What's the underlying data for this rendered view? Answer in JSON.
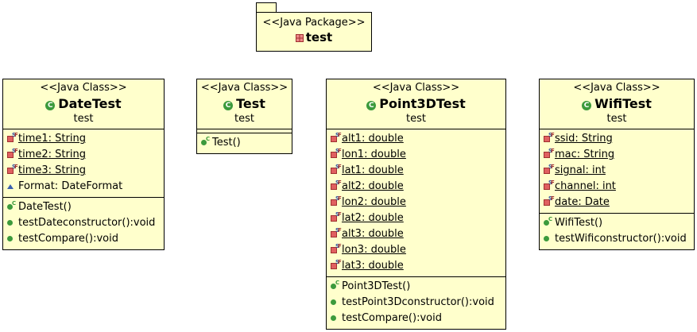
{
  "package": {
    "stereotype": "<<Java Package>>",
    "name": "test"
  },
  "classes": [
    {
      "stereotype": "<<Java Class>>",
      "name": "DateTest",
      "package": "test",
      "fields": [
        "time1: String",
        "time2: String",
        "time3: String",
        "Format: DateFormat"
      ],
      "methods": [
        "DateTest()",
        "testDateconstructor():void",
        "testCompare():void"
      ]
    },
    {
      "stereotype": "<<Java Class>>",
      "name": "Test",
      "package": "test",
      "fields": [],
      "methods": [
        "Test()"
      ]
    },
    {
      "stereotype": "<<Java Class>>",
      "name": "Point3DTest",
      "package": "test",
      "fields": [
        "alt1: double",
        "lon1: double",
        "lat1: double",
        "alt2: double",
        "lon2: double",
        "lat2: double",
        "alt3: double",
        "lon3: double",
        "lat3: double"
      ],
      "methods": [
        "Point3DTest()",
        "testPoint3Dconstructor():void",
        "testCompare():void"
      ]
    },
    {
      "stereotype": "<<Java Class>>",
      "name": "WifiTest",
      "package": "test",
      "fields": [
        "ssid: String",
        "mac: String",
        "signal: int",
        "channel: int",
        "date: Date"
      ],
      "methods": [
        "WifiTest()",
        "testWificonstructor():void"
      ]
    }
  ],
  "icons": {
    "class": "class-icon",
    "static-final-field": "static-final-field-icon",
    "protected-field": "protected-field-icon",
    "constructor": "constructor-icon",
    "public-method": "public-method-icon",
    "package": "package-icon"
  },
  "colors": {
    "box_fill": "#ffffcc",
    "border": "#000000",
    "public_green": "#3c9a3c",
    "field_red": "#a03030",
    "protected_blue": "#3a5fae"
  }
}
